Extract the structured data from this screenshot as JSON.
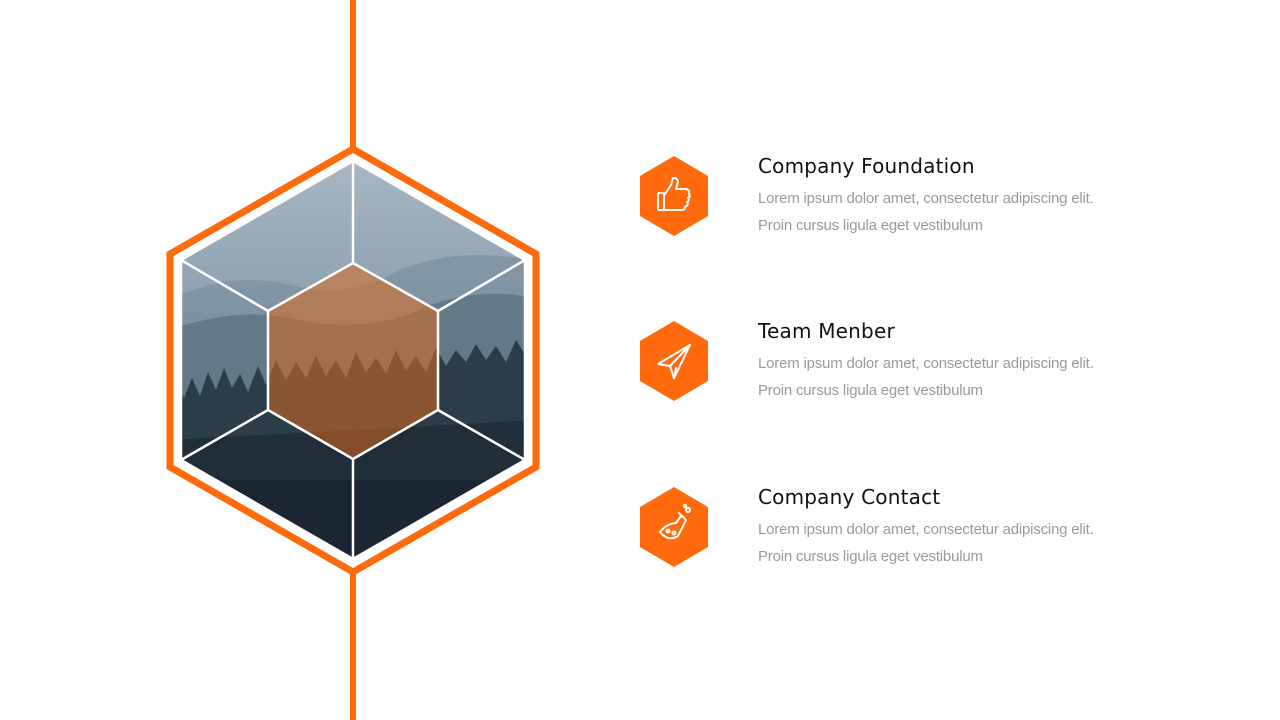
{
  "colors": {
    "accent": "#ff6a0d",
    "title_text": "#111111",
    "body_text": "#9a9a9a",
    "background": "#ffffff"
  },
  "graphic": {
    "description_icons": [
      "mountain-forest-photo"
    ]
  },
  "features": [
    {
      "icon": "thumbs-up-icon",
      "title": "Company Foundation",
      "line1": "Lorem ipsum dolor amet, consectetur adipiscing elit.",
      "line2": "Proin cursus ligula eget vestibulum"
    },
    {
      "icon": "paper-plane-icon",
      "title": "Team Menber",
      "line1": "Lorem ipsum dolor amet, consectetur adipiscing elit.",
      "line2": "Proin cursus ligula eget vestibulum"
    },
    {
      "icon": "lab-flask-icon",
      "title": "Company Contact",
      "line1": "Lorem ipsum dolor amet, consectetur adipiscing elit.",
      "line2": "Proin cursus ligula eget vestibulum"
    }
  ]
}
